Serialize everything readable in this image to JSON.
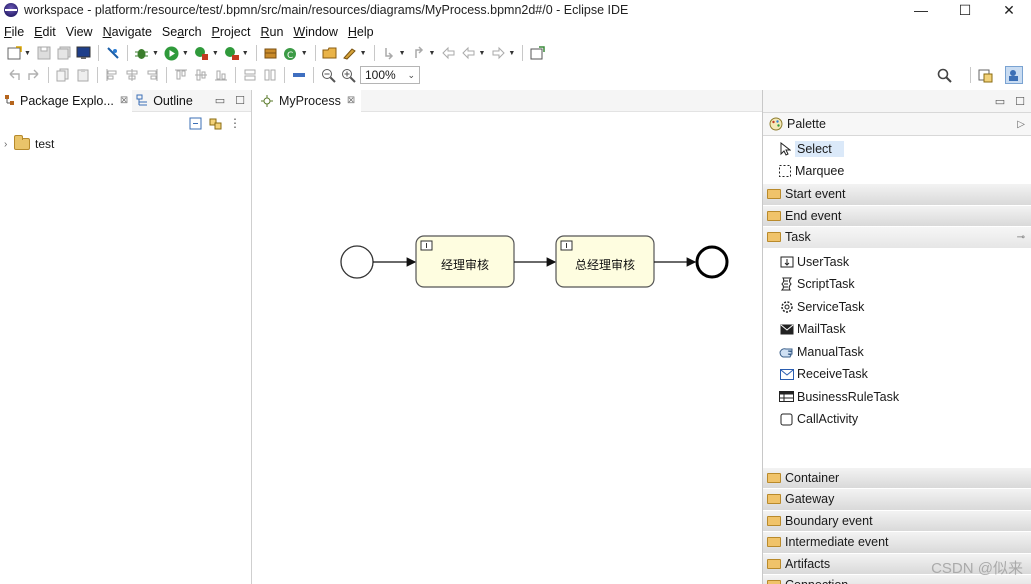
{
  "window": {
    "title": "workspace - platform:/resource/test/.bpmn/src/main/resources/diagrams/MyProcess.bpmn2d#/0 - Eclipse IDE",
    "controls": {
      "minimize": "—",
      "maximize": "☐",
      "close": "✕"
    }
  },
  "menu": [
    {
      "pre": "",
      "u": "F",
      "post": "ile"
    },
    {
      "pre": "",
      "u": "E",
      "post": "dit"
    },
    {
      "pre": "",
      "u": "",
      "post": "View"
    },
    {
      "pre": "",
      "u": "N",
      "post": "avigate"
    },
    {
      "pre": "Se",
      "u": "a",
      "post": "rch"
    },
    {
      "pre": "",
      "u": "P",
      "post": "roject"
    },
    {
      "pre": "",
      "u": "R",
      "post": "un"
    },
    {
      "pre": "",
      "u": "W",
      "post": "indow"
    },
    {
      "pre": "",
      "u": "H",
      "post": "elp"
    }
  ],
  "toolbar": {
    "zoom": "100%"
  },
  "left_panel": {
    "tabs": [
      {
        "label": "Package Explo...",
        "icon": "package-explorer-icon"
      },
      {
        "label": "Outline",
        "icon": "outline-icon"
      }
    ],
    "tree": [
      {
        "label": "test"
      }
    ]
  },
  "editor": {
    "tab": "MyProcess",
    "diagram": {
      "tasks": [
        {
          "label": "经理审核"
        },
        {
          "label": "总经理审核"
        }
      ]
    }
  },
  "palette": {
    "title": "Palette",
    "tools": [
      {
        "label": "Select",
        "icon": "arrow-cursor-icon"
      },
      {
        "label": "Marquee",
        "icon": "marquee-icon"
      }
    ],
    "drawers_top": [
      {
        "label": "Start event"
      },
      {
        "label": "End event"
      }
    ],
    "task_drawer": {
      "label": "Task"
    },
    "tasks": [
      {
        "label": "UserTask",
        "icon": "user-task-icon"
      },
      {
        "label": "ScriptTask",
        "icon": "script-task-icon"
      },
      {
        "label": "ServiceTask",
        "icon": "service-task-icon"
      },
      {
        "label": "MailTask",
        "icon": "mail-task-icon"
      },
      {
        "label": "ManualTask",
        "icon": "manual-task-icon"
      },
      {
        "label": "ReceiveTask",
        "icon": "receive-task-icon"
      },
      {
        "label": "BusinessRuleTask",
        "icon": "business-rule-task-icon"
      },
      {
        "label": "CallActivity",
        "icon": "call-activity-icon"
      }
    ],
    "drawers_bottom": [
      {
        "label": "Container"
      },
      {
        "label": "Gateway"
      },
      {
        "label": "Boundary event"
      },
      {
        "label": "Intermediate event"
      },
      {
        "label": "Artifacts"
      },
      {
        "label": "Connection"
      }
    ]
  },
  "watermark": "CSDN @似来"
}
